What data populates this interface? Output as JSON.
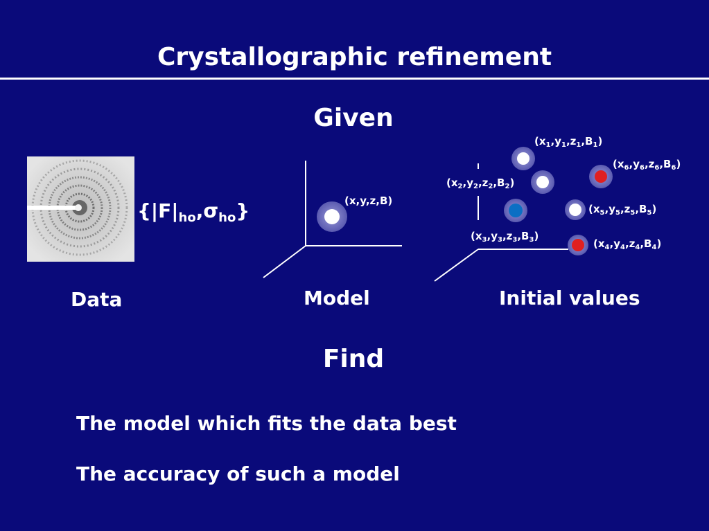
{
  "title": "Crystallographic refinement",
  "given_heading": "Given",
  "find_heading": "Find",
  "data_panel": {
    "label": "Data",
    "formula": {
      "open": "{|F|",
      "sub1": "ho",
      "comma": ",σ",
      "sub2": "ho",
      "close": "}"
    }
  },
  "model_panel": {
    "label": "Model",
    "coord_label": "(x,y,z,B)"
  },
  "initial_panel": {
    "label": "Initial values",
    "atoms": [
      {
        "parts": [
          "(x",
          "1",
          ",y",
          "1",
          ",z",
          "1",
          ",B",
          "1",
          ")"
        ],
        "color": "#ffffff"
      },
      {
        "parts": [
          "(x",
          "2",
          ",y",
          "2",
          ",z",
          "2",
          ",B",
          "2",
          ")"
        ],
        "color": "#ffffff"
      },
      {
        "parts": [
          "(x",
          "3",
          ",y",
          "3",
          ",z",
          "3",
          ",B",
          "3",
          ")"
        ],
        "color": "#0b6fc4"
      },
      {
        "parts": [
          "(x",
          "4",
          ",y",
          "4",
          ",z",
          "4",
          ",B",
          "4",
          ")"
        ],
        "color": "#e02020"
      },
      {
        "parts": [
          "(x",
          "5",
          ",y",
          "5",
          ",z",
          "5",
          ",B",
          "5",
          ")"
        ],
        "color": "#ffffff"
      },
      {
        "parts": [
          "(x",
          "6",
          ",y",
          "6",
          ",z",
          "6",
          ",B",
          "6",
          ")"
        ],
        "color": "#e02020"
      }
    ]
  },
  "find_items": [
    "The model which fits the data best",
    "The accuracy of such a model"
  ],
  "colors": {
    "background": "#0a0a7a",
    "text": "#ffffff",
    "atom_halo": "#7f7fcc"
  }
}
